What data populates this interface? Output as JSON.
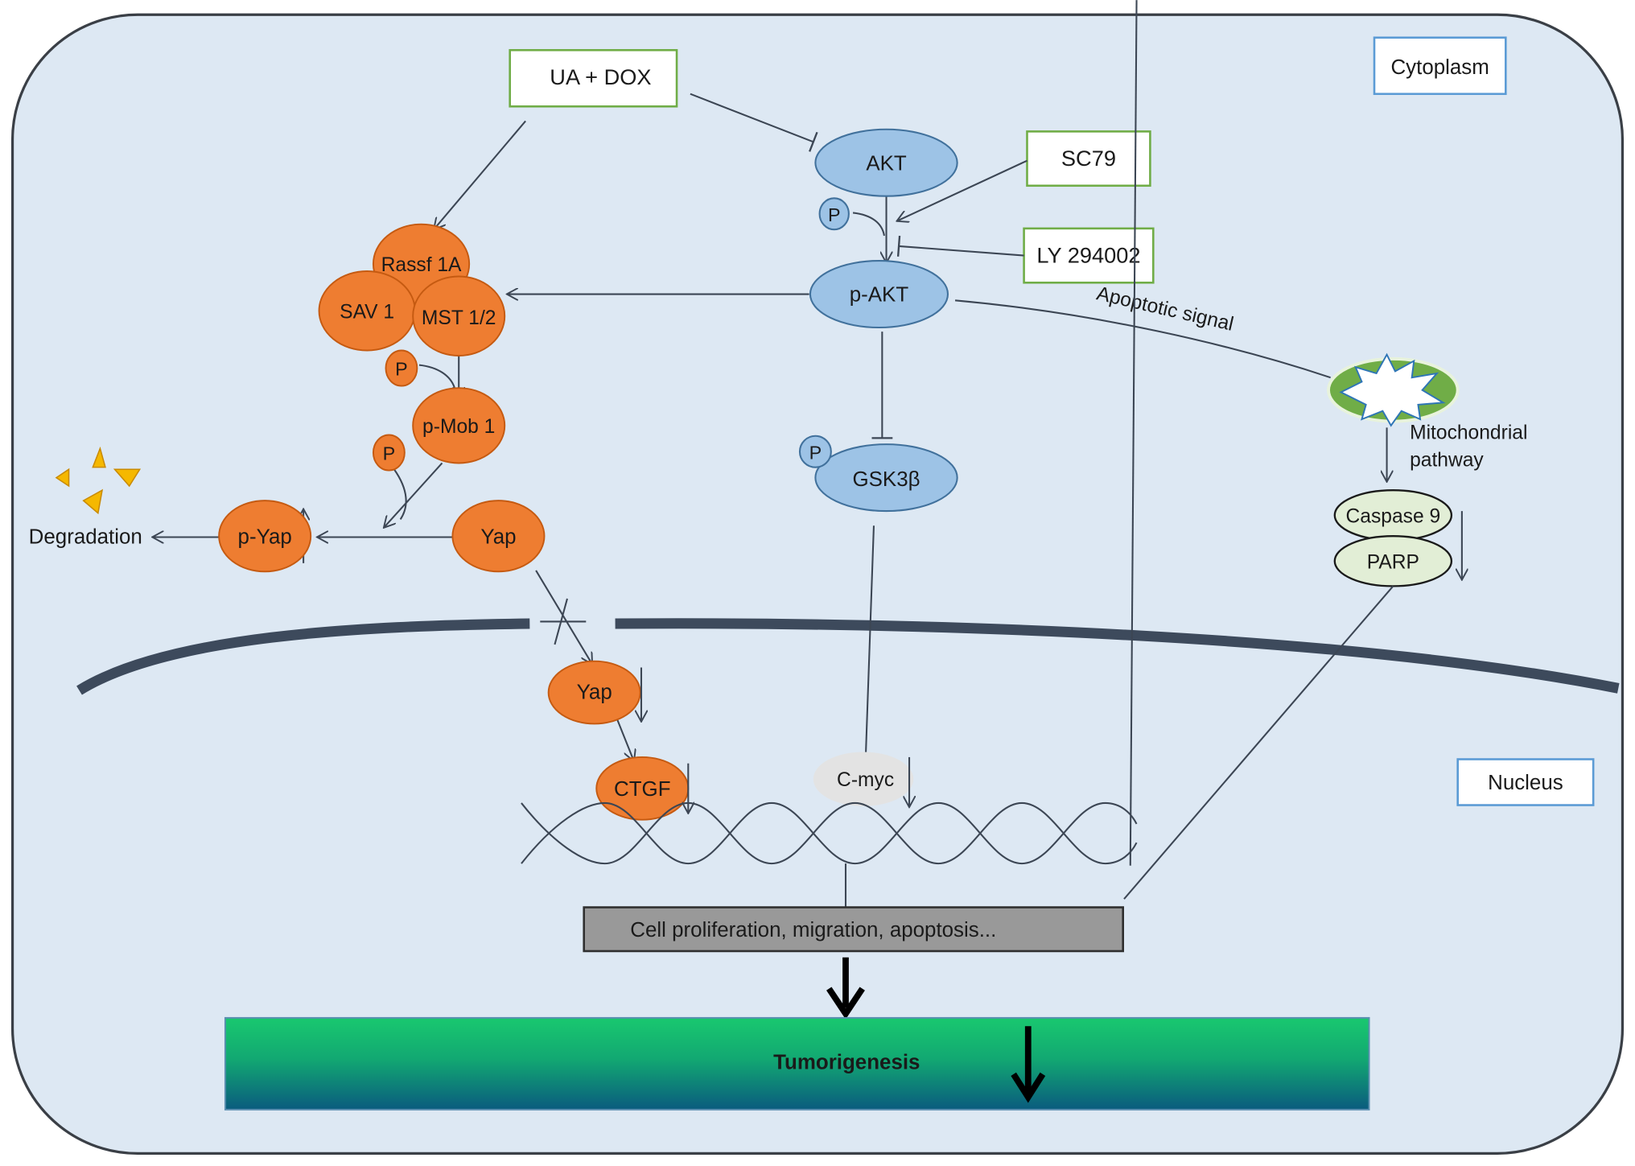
{
  "regions": {
    "cytoplasm": "Cytoplasm",
    "nucleus": "Nucleus"
  },
  "drugs": {
    "ua_dox": "UA + DOX",
    "sc79": "SC79",
    "ly294002": "LY 294002"
  },
  "akt_pathway": {
    "akt": "AKT",
    "p_akt": "p-AKT",
    "phospho": "P",
    "gsk3b": "GSK3β",
    "cmyc": "C-myc"
  },
  "hippo_pathway": {
    "rassf1a": "Rassf 1A",
    "sav1": "SAV 1",
    "mst12": "MST 1/2",
    "pmob1": "p-Mob 1",
    "phospho": "P",
    "yap": "Yap",
    "pyap": "p-Yap",
    "degradation": "Degradation",
    "nuclear_yap": "Yap",
    "ctgf": "CTGF"
  },
  "apoptosis": {
    "signal_label": "Apoptotic signal",
    "mito_label_line1": "Mitochondrial",
    "mito_label_line2": "pathway",
    "caspase9": "Caspase 9",
    "parp": "PARP"
  },
  "outcomes": {
    "cell_effects": "Cell proliferation, migration, apoptosis...",
    "tumorigenesis": "Tumorigenesis"
  },
  "colors": {
    "cytoplasm_bg": "#dde8f3",
    "orange_node": "#ee7d31",
    "blue_node": "#9dc3e6",
    "green_box_border": "#70ad47",
    "blue_box_border": "#5b9bd5",
    "mito_green": "#70ad47",
    "caspase_fill": "#e2eed6",
    "membrane": "#3d4a5c",
    "tumor_top": "#19c86f",
    "tumor_bottom": "#0a5b7e"
  }
}
